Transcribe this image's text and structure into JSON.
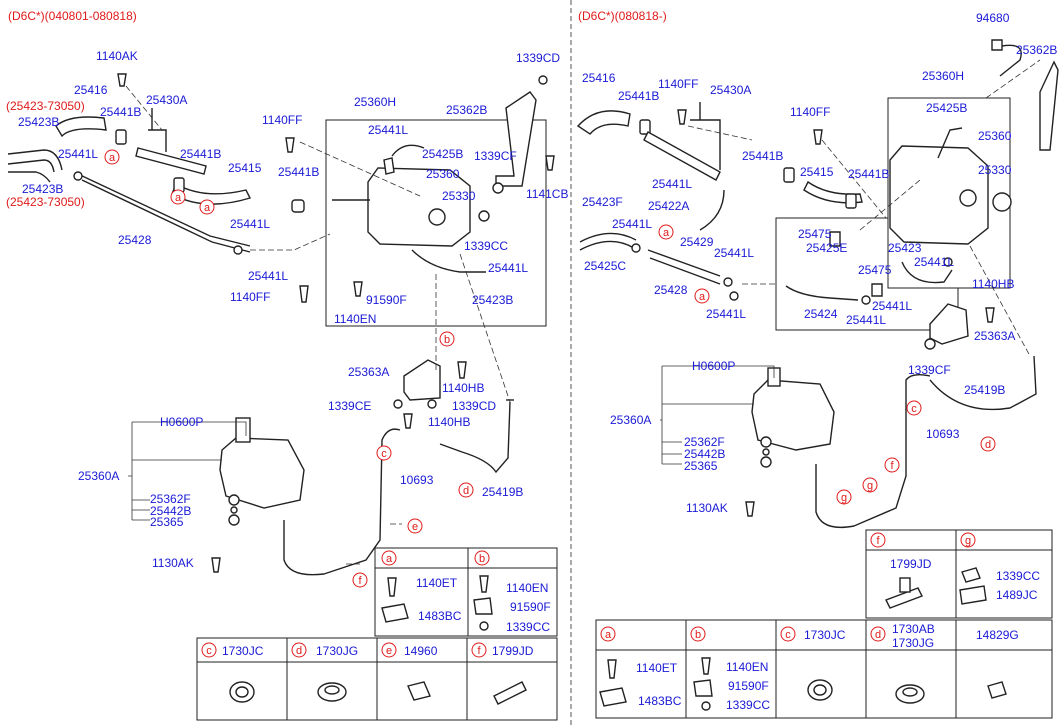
{
  "headers": {
    "left": "(D6C*)(040801-080818)",
    "right": "(D6C*)(080818-)"
  },
  "left": {
    "labels": {
      "p1140AK": "1140AK",
      "p25416": "25416",
      "p25441B_a": "25441B",
      "p25430A": "25430A",
      "p25423_73050_top": "(25423-73050)",
      "p25423B_top": "25423B",
      "p25441L_a": "25441L",
      "p25423B_bot": "25423B",
      "p25423_73050_bot": "(25423-73050)",
      "p25441B_b": "25441B",
      "p25441B_c": "25441B",
      "p1140FF_a": "1140FF",
      "p25415": "25415",
      "p25428": "25428",
      "p25441L_b": "25441L",
      "p25441L_c": "25441L",
      "p1140FF_b": "1140FF",
      "p25360H": "25360H",
      "p25441L_d": "25441L",
      "p25425B": "25425B",
      "p25360": "25360",
      "p25330": "25330",
      "p1339CC": "1339CC",
      "p25441L_e": "25441L",
      "p91590F": "91590F",
      "p1140EN": "1140EN",
      "p25423B_mid": "25423B",
      "p1339CD_top": "1339CD",
      "p25362B": "25362B",
      "p1339CF": "1339CF",
      "p1141CB": "1141CB",
      "p25363A": "25363A",
      "p1140HB_a": "1140HB",
      "p1339CE": "1339CE",
      "p1339CD": "1339CD",
      "p1140HB_b": "1140HB",
      "pH0600P": "H0600P",
      "p25360A": "25360A",
      "p25362F": "25362F",
      "p25442B": "25442B",
      "p25365": "25365",
      "p1130AK": "1130AK",
      "p10693": "10693",
      "p25419B": "25419B"
    },
    "callouts": {
      "a": "a",
      "b": "b",
      "c": "c",
      "d": "d",
      "e": "e",
      "f": "f"
    },
    "inset_ab": {
      "a_key": "a",
      "a_1": "1140ET",
      "a_2": "1483BC",
      "b_key": "b",
      "b_1": "1140EN",
      "b_2": "91590F",
      "b_3": "1339CC"
    },
    "legend": {
      "c_key": "c",
      "c_part": "1730JC",
      "d_key": "d",
      "d_part": "1730JG",
      "e_key": "e",
      "e_part": "14960",
      "f_key": "f",
      "f_part": "1799JD"
    }
  },
  "right": {
    "labels": {
      "p94680": "94680",
      "p25362B": "25362B",
      "p25416": "25416",
      "p1140FF_a": "1140FF",
      "p25441B_a": "25441B",
      "p25430A": "25430A",
      "p25360H": "25360H",
      "p25425B": "25425B",
      "p1140FF_b": "1140FF",
      "p25360": "25360",
      "p25330": "25330",
      "p25441B_b": "25441B",
      "p25415": "25415",
      "p25441B_c": "25441B",
      "p25441L_a": "25441L",
      "p25422A": "25422A",
      "p25423F": "25423F",
      "p25441L_b": "25441L",
      "p25425C": "25425C",
      "p25429": "25429",
      "p25441L_c": "25441L",
      "p25428": "25428",
      "p25441L_d": "25441L",
      "p25475_a": "25475",
      "p25425E": "25425E",
      "p25423": "25423",
      "p25441L_e": "25441L",
      "p25475_b": "25475",
      "p25441L_f": "25441L",
      "p25424": "25424",
      "p25441L_g": "25441L",
      "p1140HB": "1140HB",
      "p25363A": "25363A",
      "p1339CF": "1339CF",
      "p25419B": "25419B",
      "pH0600P": "H0600P",
      "p25360A": "25360A",
      "p25362F": "25362F",
      "p25442B": "25442B",
      "p25365": "25365",
      "p1130AK": "1130AK",
      "p10693": "10693"
    },
    "callouts": {
      "a": "a",
      "c": "c",
      "d": "d",
      "f": "f",
      "g": "g"
    },
    "inset_fg": {
      "f_key": "f",
      "f_part": "1799JD",
      "g_key": "g",
      "g_1": "1339CC",
      "g_2": "1489JC"
    },
    "legend": {
      "a_key": "a",
      "a_1": "1140ET",
      "a_2": "1483BC",
      "b_key": "b",
      "b_1": "1140EN",
      "b_2": "91590F",
      "b_3": "1339CC",
      "c_key": "c",
      "c_part": "1730JC",
      "d_key": "d",
      "d_part_1": "1730AB",
      "d_part_2": "1730JG",
      "e_part": "14829G"
    }
  }
}
